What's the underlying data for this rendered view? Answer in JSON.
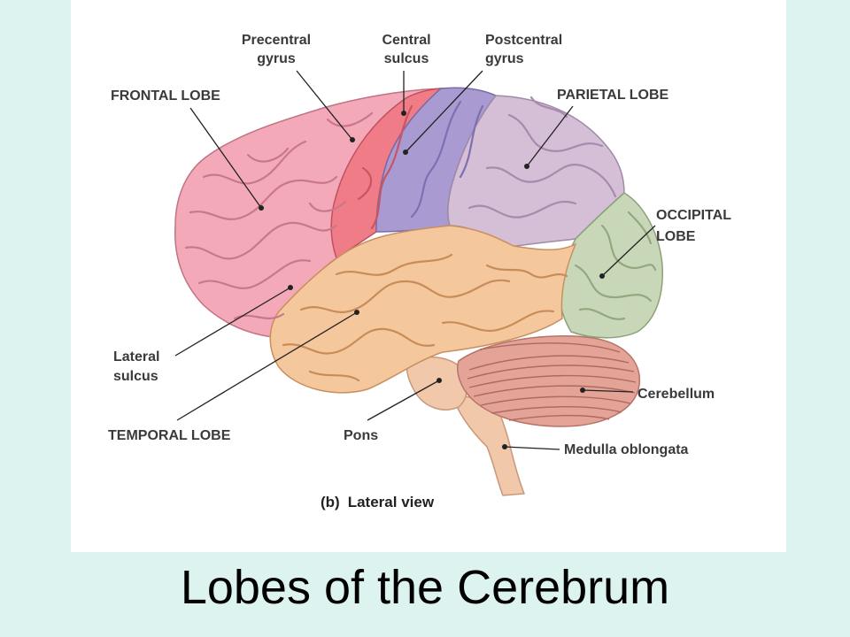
{
  "labels": {
    "precentral": [
      "Precentral",
      "gyrus"
    ],
    "central": [
      "Central",
      "sulcus"
    ],
    "postcentral": [
      "Postcentral",
      "gyrus"
    ],
    "frontal": "FRONTAL LOBE",
    "parietal": "PARIETAL LOBE",
    "occipital": [
      "OCCIPITAL",
      "LOBE"
    ],
    "lateral": [
      "Lateral",
      "sulcus"
    ],
    "cerebellum": "Cerebellum",
    "temporal": "TEMPORAL LOBE",
    "pons": "Pons",
    "medulla": "Medulla oblongata"
  },
  "caption": {
    "prefix": "(b)",
    "text": "Lateral view"
  },
  "title": "Lobes of the Cerebrum",
  "colors": {
    "background": "#dcf3ef",
    "frontal": "#f4a9b8",
    "precentral": "#f07c87",
    "postcentral": "#a99bd2",
    "parietal": "#d4bfd6",
    "occipital": "#c8d7b8",
    "temporal": "#f4c79c",
    "cerebellum": "#e3a497",
    "brainstem": "#f2c8ab"
  }
}
